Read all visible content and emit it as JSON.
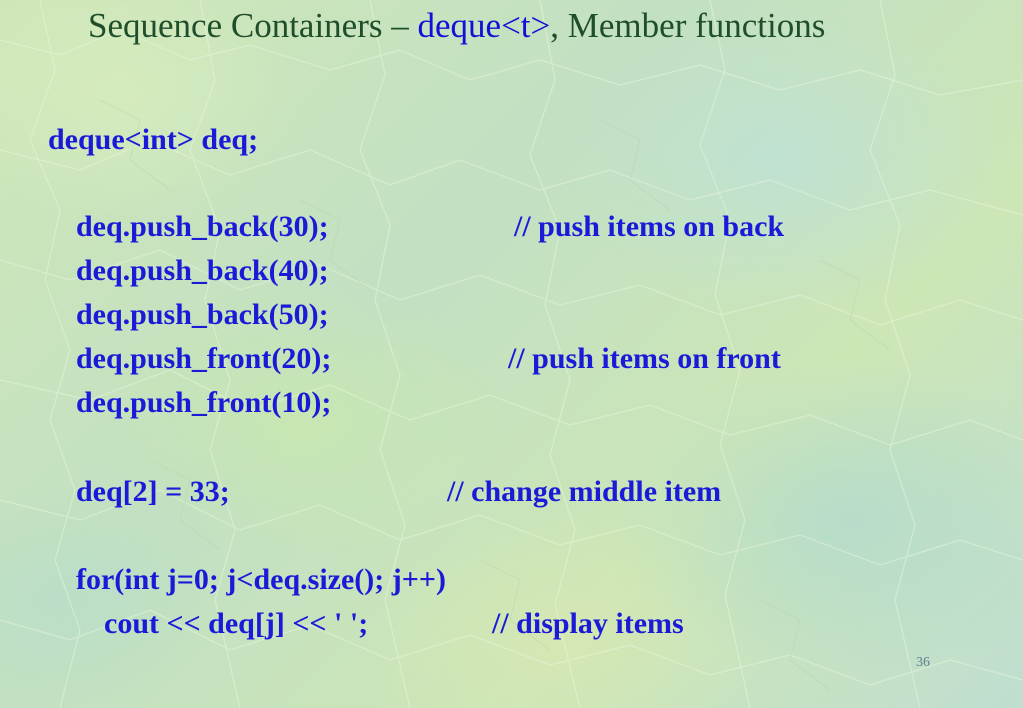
{
  "slide": {
    "title_prefix": "Sequence Containers – ",
    "title_accent": "deque<t>",
    "title_suffix": ", Member functions",
    "page_number": "36"
  },
  "code": {
    "declaration": "deque<int> deq;",
    "lines": [
      "deq.push_back(30);",
      "deq.push_back(40);",
      "deq.push_back(50);",
      "deq.push_front(20);",
      "deq.push_front(10);",
      "deq[2] = 33;",
      "for(int j=0; j<deq.size(); j++)",
      "cout << deq[j] << ' ';"
    ],
    "comments": [
      "// push items on back",
      "// push items on front",
      "// change middle item",
      "// display items"
    ]
  },
  "colors": {
    "title": "#1f4f2a",
    "accent": "#1010d8",
    "code": "#1a1ad8",
    "page_number": "#5f7f8f"
  }
}
